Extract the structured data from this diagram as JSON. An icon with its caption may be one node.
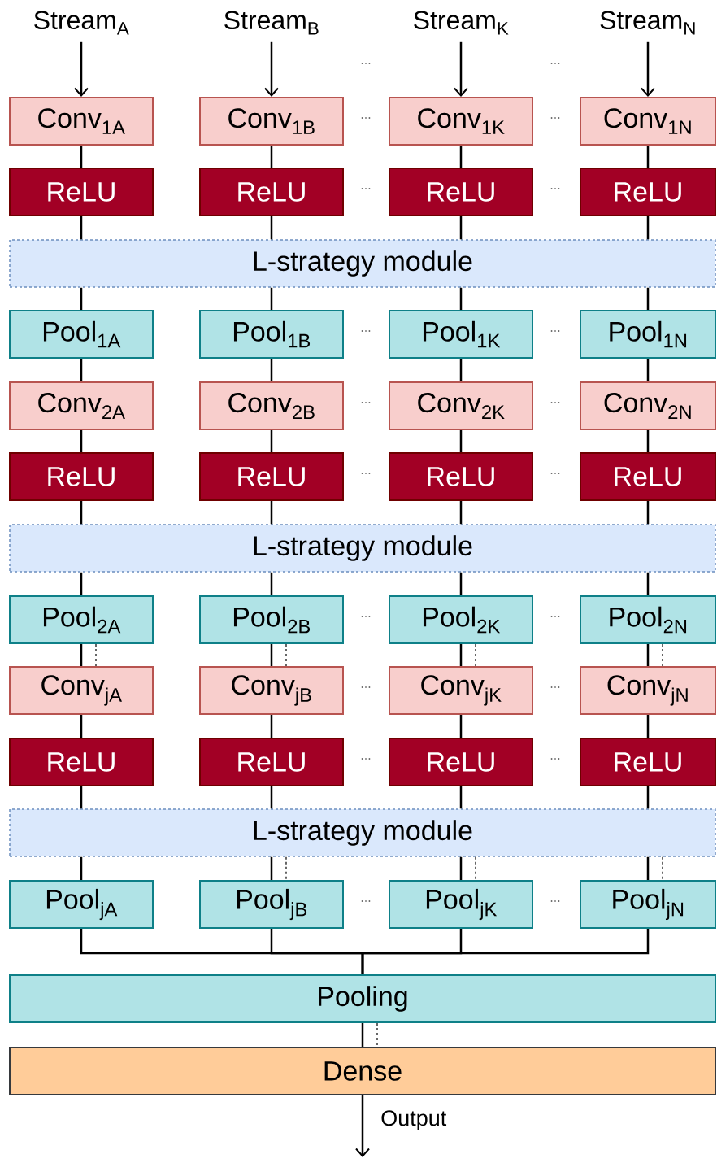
{
  "diagram": {
    "nodes": [
      {
        "text": [
          "Stream$_{A}$"
        ]
      },
      {
        "text": [
          "Stream$_{B}$"
        ]
      },
      {
        "text": [
          "Stream$_{K}$"
        ]
      },
      {
        "text": [
          "Stream$_{N}$"
        ]
      },
      {
        "text": [
          "Conv$_{1A}$"
        ]
      },
      {
        "text": [
          "Conv$_{1B}$"
        ]
      },
      {
        "text": [
          "Conv$_{1K}$"
        ]
      },
      {
        "text": [
          "Conv$_{1N}$"
        ]
      },
      {
        "text": [
          "ReLU"
        ]
      },
      {
        "text": [
          "ReLU"
        ]
      },
      {
        "text": [
          "ReLU"
        ]
      },
      {
        "text": [
          "ReLU"
        ]
      },
      {
        "text": [
          "L-strategy module"
        ]
      },
      {
        "text": [
          "Pool$_{1A}$"
        ]
      },
      {
        "text": [
          "Pool$_{1B}$"
        ]
      },
      {
        "text": [
          "Pool$_{1K}$"
        ]
      },
      {
        "text": [
          "Pool$_{1N}$"
        ]
      },
      {
        "text": [
          "Conv$_{2A}$"
        ]
      },
      {
        "text": [
          "Conv$_{2B}$"
        ]
      },
      {
        "text": [
          "Conv$_{2K}$"
        ]
      },
      {
        "text": [
          "Conv$_{2N}$"
        ]
      },
      {
        "text": [
          "ReLU"
        ]
      },
      {
        "text": [
          "ReLU"
        ]
      },
      {
        "text": [
          "ReLU"
        ]
      },
      {
        "text": [
          "ReLU"
        ]
      },
      {
        "text": [
          "L-strategy module"
        ]
      },
      {
        "text": [
          "Pool$_{2A}$"
        ]
      },
      {
        "text": [
          "Pool$_{2B}$"
        ]
      },
      {
        "text": [
          "Pool$_{2K}$"
        ]
      },
      {
        "text": [
          "Pool$_{2N}$"
        ]
      },
      {
        "text": [
          "Conv$_{jA}$"
        ]
      },
      {
        "text": [
          "Conv$_{jB}$"
        ]
      },
      {
        "text": [
          "Conv$_{jK}$"
        ]
      },
      {
        "text": [
          "Conv$_{jN}$"
        ]
      },
      {
        "text": [
          "ReLU"
        ]
      },
      {
        "text": [
          "ReLU"
        ]
      },
      {
        "text": [
          "ReLU"
        ]
      },
      {
        "text": [
          "ReLU"
        ]
      },
      {
        "text": [
          "L-strategy module"
        ]
      },
      {
        "text": [
          "Pool$_{jA}$"
        ]
      },
      {
        "text": [
          "Pool$_{jB}$"
        ]
      },
      {
        "text": [
          "Pool$_{jK}$"
        ]
      },
      {
        "text": [
          "Pool$_{jN}$"
        ]
      },
      {
        "text": [
          "Pooling"
        ]
      },
      {
        "text": [
          "Dense"
        ]
      }
    ],
    "edges": [
      {
        "from": 0,
        "to": 4,
        "arrow": "to"
      },
      {
        "from": 1,
        "to": 5,
        "arrow": "to"
      },
      {
        "from": 2,
        "to": 6,
        "arrow": "to"
      },
      {
        "from": 3,
        "to": 7,
        "arrow": "to"
      },
      {
        "from": 4,
        "to": 8,
        "arrow": "none"
      },
      {
        "from": 5,
        "to": 9,
        "arrow": "none"
      },
      {
        "from": 6,
        "to": 10,
        "arrow": "none"
      },
      {
        "from": 7,
        "to": 11,
        "arrow": "none"
      },
      {
        "from": 8,
        "to": 12,
        "arrow": "none"
      },
      {
        "from": 9,
        "to": 12,
        "arrow": "none"
      },
      {
        "from": 10,
        "to": 12,
        "arrow": "none"
      },
      {
        "from": 11,
        "to": 12,
        "arrow": "none"
      },
      {
        "from": 12,
        "to": 13,
        "arrow": "none"
      },
      {
        "from": 12,
        "to": 14,
        "arrow": "none"
      },
      {
        "from": 12,
        "to": 15,
        "arrow": "none"
      },
      {
        "from": 12,
        "to": 16,
        "arrow": "none"
      },
      {
        "from": 13,
        "to": 17,
        "arrow": "none"
      },
      {
        "from": 14,
        "to": 18,
        "arrow": "none"
      },
      {
        "from": 15,
        "to": 19,
        "arrow": "none"
      },
      {
        "from": 16,
        "to": 20,
        "arrow": "none"
      },
      {
        "from": 17,
        "to": 21,
        "arrow": "none"
      },
      {
        "from": 18,
        "to": 22,
        "arrow": "none"
      },
      {
        "from": 19,
        "to": 23,
        "arrow": "none"
      },
      {
        "from": 20,
        "to": 24,
        "arrow": "none"
      },
      {
        "from": 21,
        "to": 25,
        "arrow": "none"
      },
      {
        "from": 22,
        "to": 25,
        "arrow": "none"
      },
      {
        "from": 23,
        "to": 25,
        "arrow": "none"
      },
      {
        "from": 24,
        "to": 25,
        "arrow": "none"
      },
      {
        "from": 25,
        "to": 26,
        "arrow": "none"
      },
      {
        "from": 25,
        "to": 27,
        "arrow": "none"
      },
      {
        "from": 25,
        "to": 28,
        "arrow": "none"
      },
      {
        "from": 25,
        "to": 29,
        "arrow": "none"
      },
      {
        "from": 26,
        "to": 30,
        "arrow": "none"
      },
      {
        "from": 27,
        "to": 31,
        "arrow": "none"
      },
      {
        "from": 28,
        "to": 32,
        "arrow": "none"
      },
      {
        "from": 29,
        "to": 33,
        "arrow": "none"
      },
      {
        "from": 30,
        "to": 34,
        "arrow": "none"
      },
      {
        "from": 31,
        "to": 35,
        "arrow": "none"
      },
      {
        "from": 32,
        "to": 36,
        "arrow": "none"
      },
      {
        "from": 33,
        "to": 37,
        "arrow": "none"
      },
      {
        "from": 34,
        "to": 38,
        "arrow": "none"
      },
      {
        "from": 35,
        "to": 38,
        "arrow": "none"
      },
      {
        "from": 36,
        "to": 38,
        "arrow": "none"
      },
      {
        "from": 37,
        "to": 38,
        "arrow": "none"
      },
      {
        "from": 38,
        "to": 39,
        "arrow": "none"
      },
      {
        "from": 38,
        "to": 40,
        "arrow": "none"
      },
      {
        "from": 38,
        "to": 41,
        "arrow": "none"
      },
      {
        "from": 38,
        "to": 42,
        "arrow": "none"
      },
      {
        "from": 39,
        "to": 43,
        "arrow": "none"
      },
      {
        "from": 40,
        "to": 43,
        "arrow": "none"
      },
      {
        "from": 41,
        "to": 43,
        "arrow": "none"
      },
      {
        "from": 42,
        "to": 43,
        "arrow": "none"
      },
      {
        "from": 43,
        "to": 44,
        "arrow": "none"
      },
      {
        "from": 26,
        "to": 30,
        "arrow": "none",
        "style": "dashed",
        "color": "#666666"
      },
      {
        "from": 27,
        "to": 31,
        "arrow": "none",
        "style": "dashed",
        "color": "#666666"
      },
      {
        "from": 28,
        "to": 32,
        "arrow": "none",
        "style": "dashed",
        "color": "#666666"
      },
      {
        "from": 29,
        "to": 33,
        "arrow": "none",
        "style": "dashed",
        "color": "#666666"
      },
      {
        "from": 38,
        "to": 40,
        "arrow": "none",
        "style": "dashed",
        "color": "#666666"
      },
      {
        "from": 38,
        "to": 41,
        "arrow": "none",
        "style": "dashed",
        "color": "#666666"
      },
      {
        "from": 38,
        "to": 42,
        "arrow": "none",
        "style": "dashed",
        "color": "#666666"
      },
      {
        "from": 43,
        "to": 44,
        "arrow": "none",
        "style": "dashed",
        "color": "#666666"
      },
      {
        "from": 44,
        "to": null,
        "arrow": "to",
        "label": "Output"
      }
    ],
    "labels": [
      "...",
      "...",
      "...",
      "...",
      "...",
      "...",
      "...",
      "...",
      "...",
      "...",
      "...",
      "...",
      "...",
      "...",
      "...",
      "...",
      "...",
      "...",
      "...",
      "..."
    ]
  }
}
